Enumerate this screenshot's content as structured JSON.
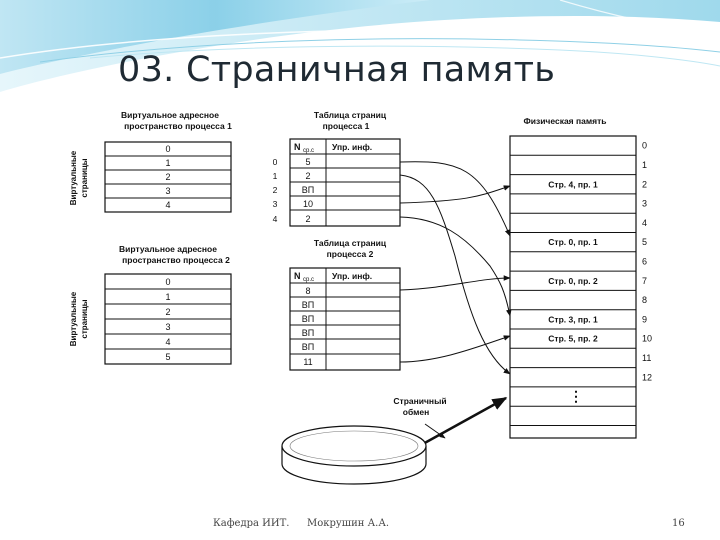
{
  "slide": {
    "title": "03. Страничная память",
    "footer": {
      "department": "Кафедра ИИТ.",
      "author": "Мокрушин А.А.",
      "page": "16"
    }
  },
  "diagram": {
    "virt_space_1": {
      "title_line1": "Виртуальное адресное",
      "title_line2": "пространство процесса 1",
      "pages": [
        "0",
        "1",
        "2",
        "3",
        "4"
      ]
    },
    "virt_space_2": {
      "title_line1": "Виртуальное адресное",
      "title_line2": "пространство процесса 2",
      "pages": [
        "0",
        "1",
        "2",
        "3",
        "4",
        "5"
      ]
    },
    "virt_pages_label": {
      "line1": "Виртуальные",
      "line2": "страницы"
    },
    "page_table_1": {
      "title_line1": "Таблица страниц",
      "title_line2": "процесса 1",
      "col_n": "N",
      "col_n_sub": "ср.с",
      "col_ctrl": "Упр. инф.",
      "row_indices": [
        "0",
        "1",
        "2",
        "3",
        "4"
      ],
      "rows": [
        "5",
        "2",
        "ВП",
        "10",
        "2"
      ]
    },
    "page_table_2": {
      "title_line1": "Таблица страниц",
      "title_line2": "процесса 2",
      "col_n": "N",
      "col_n_sub": "ср.с",
      "col_ctrl": "Упр. инф.",
      "rows": [
        "8",
        "ВП",
        "ВП",
        "ВП",
        "ВП",
        "11"
      ]
    },
    "physical_memory": {
      "title": "Физическая память",
      "frame_numbers": [
        "0",
        "1",
        "2",
        "3",
        "4",
        "5",
        "6",
        "7",
        "8",
        "9",
        "10",
        "11",
        "12"
      ],
      "frame_contents": [
        "",
        "",
        "Стр. 4, пр. 1",
        "",
        "",
        "Стр. 0, пр. 1",
        "",
        "Стр. 0, пр. 2",
        "",
        "Стр. 3, пр. 1",
        "Стр. 5, пр. 2",
        "",
        ""
      ],
      "ellipsis": "⋮"
    },
    "swap": {
      "line1": "Страничный",
      "line2": "обмен"
    }
  }
}
